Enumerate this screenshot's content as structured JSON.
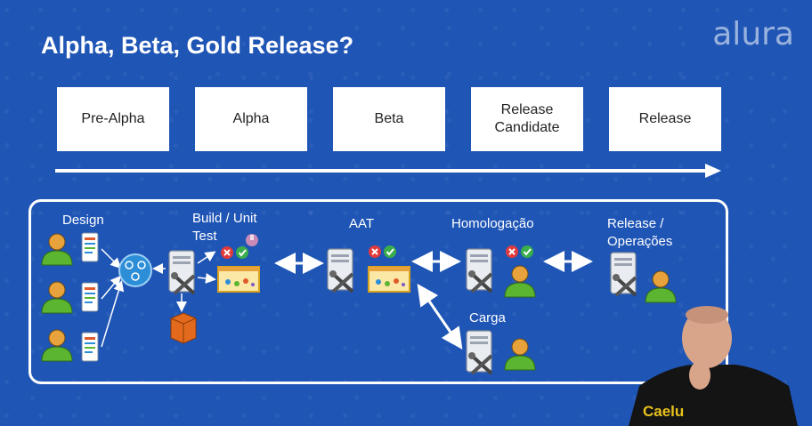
{
  "slide": {
    "title": "Alpha, Beta, Gold Release?",
    "logo": "alura"
  },
  "stages": [
    {
      "line1": "Pre-Alpha",
      "line2": ""
    },
    {
      "line1": "Alpha",
      "line2": ""
    },
    {
      "line1": "Beta",
      "line2": ""
    },
    {
      "line1": "Release",
      "line2": "Candidate"
    },
    {
      "line1": "Release",
      "line2": ""
    }
  ],
  "pipeline": {
    "design": "Design",
    "build_line1": "Build / Unit",
    "build_line2": "Test",
    "aat": "AAT",
    "homologacao": "Homologação",
    "release_line1": "Release /",
    "release_line2": "Operações",
    "carga": "Carga"
  },
  "presenter_shirt": "Caelu",
  "colors": {
    "background": "#1f55b5",
    "white": "#ffffff",
    "person_green": "#5cb531",
    "person_head": "#e8a23c",
    "error_red": "#e23a3a",
    "ok_green": "#3aae4a",
    "hub_blue": "#2d8ed8",
    "box_orange": "#e36a1d"
  },
  "icons": [
    "person-icon",
    "document-icon",
    "hub-icon",
    "server-tools-icon",
    "dashboard-icon",
    "error-icon",
    "check-icon",
    "bell-icon",
    "package-icon"
  ]
}
